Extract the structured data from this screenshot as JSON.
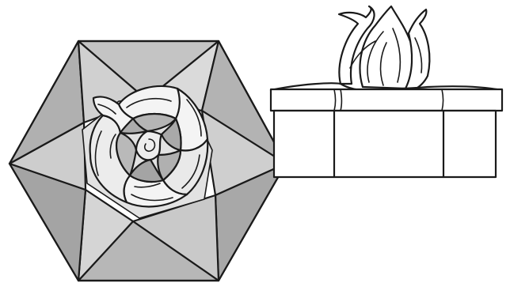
{
  "diagram": {
    "panels": [
      {
        "id": "top-view",
        "subject": "origami-rose-top-view"
      },
      {
        "id": "side-view",
        "subject": "origami-rose-box-side-view"
      }
    ]
  },
  "colors": {
    "background": "#ffffff",
    "ink": "#1a1a1a",
    "paper_dark": "#a9a9a9",
    "paper_mid": "#c0c0c0",
    "paper_light": "#d9d9d9",
    "petal_white": "#f4f4f4",
    "petal_shadow": "#dcdcdc"
  }
}
